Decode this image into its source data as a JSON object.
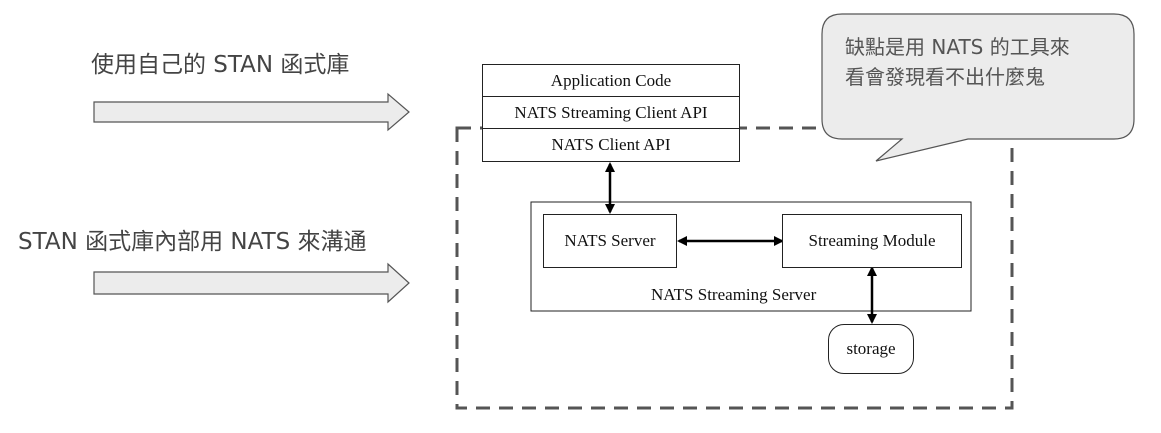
{
  "left_labels": {
    "top": "使用自己的 STAN 函式庫",
    "bottom": "STAN 函式庫內部用 NATS 來溝通"
  },
  "stack": {
    "app_code": "Application Code",
    "streaming_client_api": "NATS Streaming Client API",
    "client_api": "NATS Client API"
  },
  "server": {
    "container_label": "NATS Streaming Server",
    "nats_server": "NATS Server",
    "streaming_module": "Streaming Module",
    "storage": "storage"
  },
  "callout": {
    "line1": "缺點是用 NATS 的工具來",
    "line2": "看會發現看不出什麼鬼"
  }
}
